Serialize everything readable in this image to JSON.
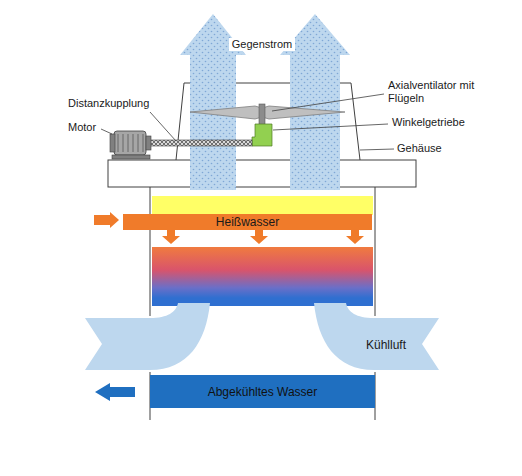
{
  "diagram": {
    "nodes": [
      {
        "text": [
          "Heißwasser"
        ]
      },
      {
        "text": [
          "Abgekühltes Wasser"
        ]
      }
    ],
    "labels": [
      "Gegenstrom",
      "Axialventilator mit Flügeln",
      "Distanzkupplung",
      "Winkelgetriebe",
      "Motor",
      "Gehäuse",
      "Kühlluft"
    ]
  }
}
